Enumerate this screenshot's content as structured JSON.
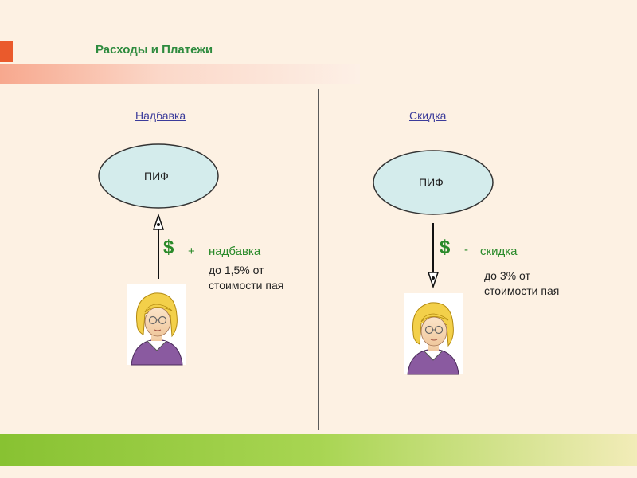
{
  "slide": {
    "title": "Расходы и Платежи"
  },
  "left": {
    "heading": "Надбавка",
    "fund_label": "ПИФ",
    "currency": "$",
    "sign": "+",
    "keyword": "надбавка",
    "note_line1": "до 1,5% от",
    "note_line2": "стоимости пая"
  },
  "right": {
    "heading": "Скидка",
    "fund_label": "ПИФ",
    "currency": "$",
    "sign": "-",
    "keyword": "скидка",
    "note_line1": "до 3% от",
    "note_line2": "стоимости пая"
  },
  "colors": {
    "accent_green": "#2a8a2a",
    "ellipse_fill": "#d4ecec",
    "marker_red": "#ea5a2c"
  }
}
